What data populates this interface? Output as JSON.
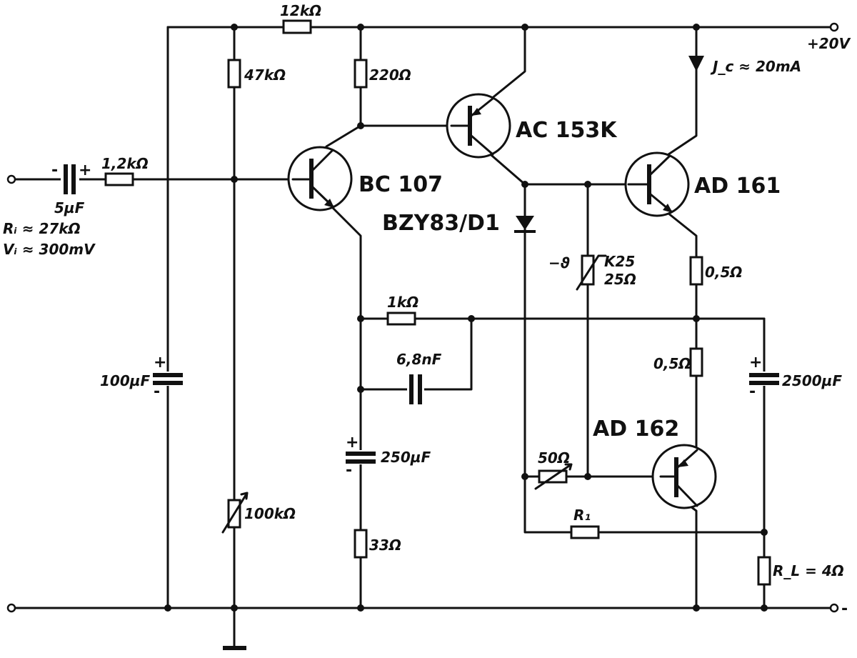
{
  "labels": {
    "r_12k": "12kΩ",
    "r_47k": "47kΩ",
    "r_220": "220Ω",
    "r_1k2": "1,2kΩ",
    "c_5u": "5µF",
    "ri": "Rᵢ ≈ 27kΩ",
    "vi": "Vᵢ ≈ 300mV",
    "c_100u": "100µF",
    "r_100k": "100kΩ",
    "r_1k": "1kΩ",
    "c_6n8": "6,8nF",
    "c_250u": "250µF",
    "r_33": "33Ω",
    "diode": "BZY83/D1",
    "ntc_minus": "−ϑ",
    "ntc_type": "K25",
    "ntc_value": "25Ω",
    "r_05a": "0,5Ω",
    "r_05b": "0,5Ω",
    "c_2500u": "2500µF",
    "r_50": "50Ω",
    "r1": "R₁",
    "rl": "R_L = 4Ω",
    "supply": "+20V",
    "jc": "J_c ≈ 20mA",
    "q1": "BC 107",
    "q2": "AC 153K",
    "q3": "AD 161",
    "q4": "AD 162",
    "minus_terminal": "-"
  }
}
